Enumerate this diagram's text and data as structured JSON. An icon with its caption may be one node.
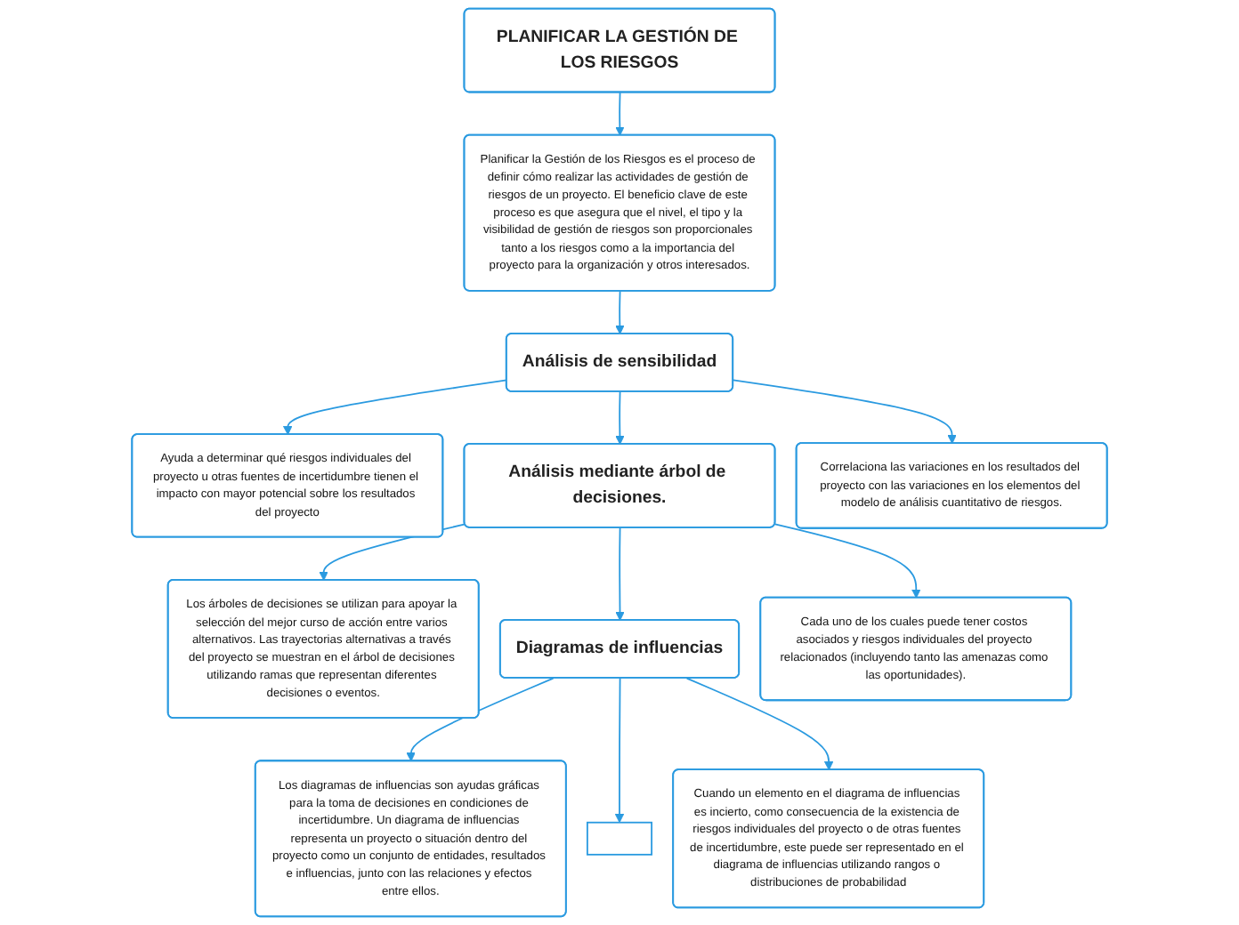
{
  "diagram": {
    "nodes": [
      {
        "text": [
          "PLANIFICAR LA GESTIÓN DE LOS RIESGOS"
        ]
      },
      {
        "text": [
          "Planificar la Gestión de los Riesgos es el proceso de definir cómo realizar las actividades de gestión de riesgos de un proyecto. El beneficio clave de este proceso es que asegura que el nivel, el tipo y la visibilidad de gestión de riesgos son proporcionales tanto a los riesgos como a la importancia del proyecto para la organización y otros interesados."
        ]
      },
      {
        "text": [
          "Análisis de sensibilidad"
        ]
      },
      {
        "text": [
          "Ayuda a determinar qué riesgos individuales del proyecto u otras fuentes de incertidumbre tienen el impacto con mayor potencial sobre los resultados del proyecto"
        ]
      },
      {
        "text": [
          "Correlaciona las variaciones en los resultados del proyecto con las variaciones en los elementos del modelo de análisis cuantitativo de riesgos."
        ]
      },
      {
        "text": [
          "Análisis mediante árbol de decisiones."
        ]
      },
      {
        "text": [
          "Los árboles de decisiones se utilizan para apoyar la selección del mejor curso de acción entre varios alternativos. Las trayectorias alternativas a través del proyecto se muestran en el árbol de decisiones utilizando ramas que representan diferentes decisiones o eventos."
        ]
      },
      {
        "text": [
          "Cada uno de los cuales puede tener costos asociados y riesgos individuales del proyecto relacionados (incluyendo tanto las amenazas como las oportunidades)."
        ]
      },
      {
        "text": [
          "Diagramas de influencias"
        ]
      },
      {
        "text": [
          "Los diagramas de influencias son ayudas gráficas para la toma de decisiones en condiciones de incertidumbre. Un diagrama de influencias representa un proyecto o situación dentro del proyecto como un conjunto de entidades, resultados e influencias, junto con las relaciones y efectos entre ellos."
        ]
      },
      {
        "text": [],
        "shape": "box"
      },
      {
        "text": [
          "Cuando un elemento en el diagrama de influencias es incierto, como consecuencia de la existencia de riesgos individuales del proyecto o de otras fuentes de incertidumbre, este puede ser representado en el diagrama de influencias utilizando rangos o distribuciones de probabilidad"
        ]
      }
    ],
    "edges": [
      {
        "from": 0,
        "to": 1,
        "arrow": "to"
      },
      {
        "from": 1,
        "to": 2,
        "arrow": "to"
      },
      {
        "from": 2,
        "to": 3,
        "arrow": "to"
      },
      {
        "from": 2,
        "to": 4,
        "arrow": "to"
      },
      {
        "from": 2,
        "to": 5,
        "arrow": "to"
      },
      {
        "from": 5,
        "to": 6,
        "arrow": "to"
      },
      {
        "from": 5,
        "to": 7,
        "arrow": "to"
      },
      {
        "from": 5,
        "to": 8,
        "arrow": "to"
      },
      {
        "from": 8,
        "to": 9,
        "arrow": "to"
      },
      {
        "from": 8,
        "to": 10,
        "arrow": "to"
      },
      {
        "from": 8,
        "to": 11,
        "arrow": "to"
      }
    ]
  }
}
